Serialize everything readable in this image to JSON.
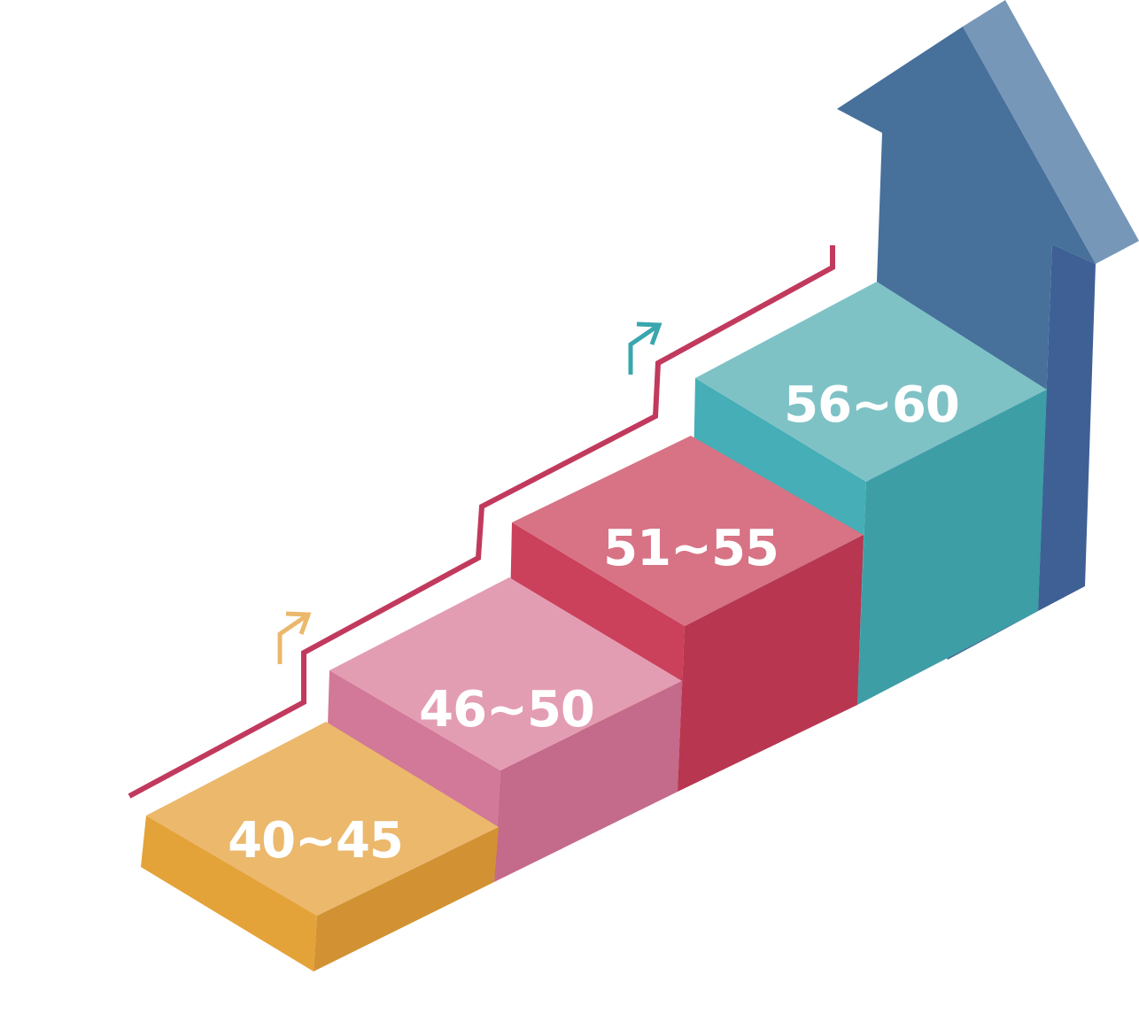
{
  "steps": [
    {
      "label": "40~45",
      "top": "#ebb86c",
      "left": "#e4a338",
      "right": "#d29233"
    },
    {
      "label": "46~50",
      "top": "#e39db2",
      "left": "#d27898",
      "right": "#c46a8a"
    },
    {
      "label": "51~55",
      "top": "#d77384",
      "left": "#cb405a",
      "right": "#b83650"
    },
    {
      "label": "56~60",
      "top": "#7fc2c6",
      "left": "#45aeb7",
      "right": "#3d9ea6"
    }
  ],
  "arrow": {
    "front": "#47709b",
    "side": "#3f6095",
    "top": "#7797b9"
  },
  "stair_line_color": "#c13a5d",
  "small_arrows": [
    {
      "name": "orange",
      "color": "#ebb86c"
    },
    {
      "name": "teal",
      "color": "#3aa6ae"
    }
  ]
}
